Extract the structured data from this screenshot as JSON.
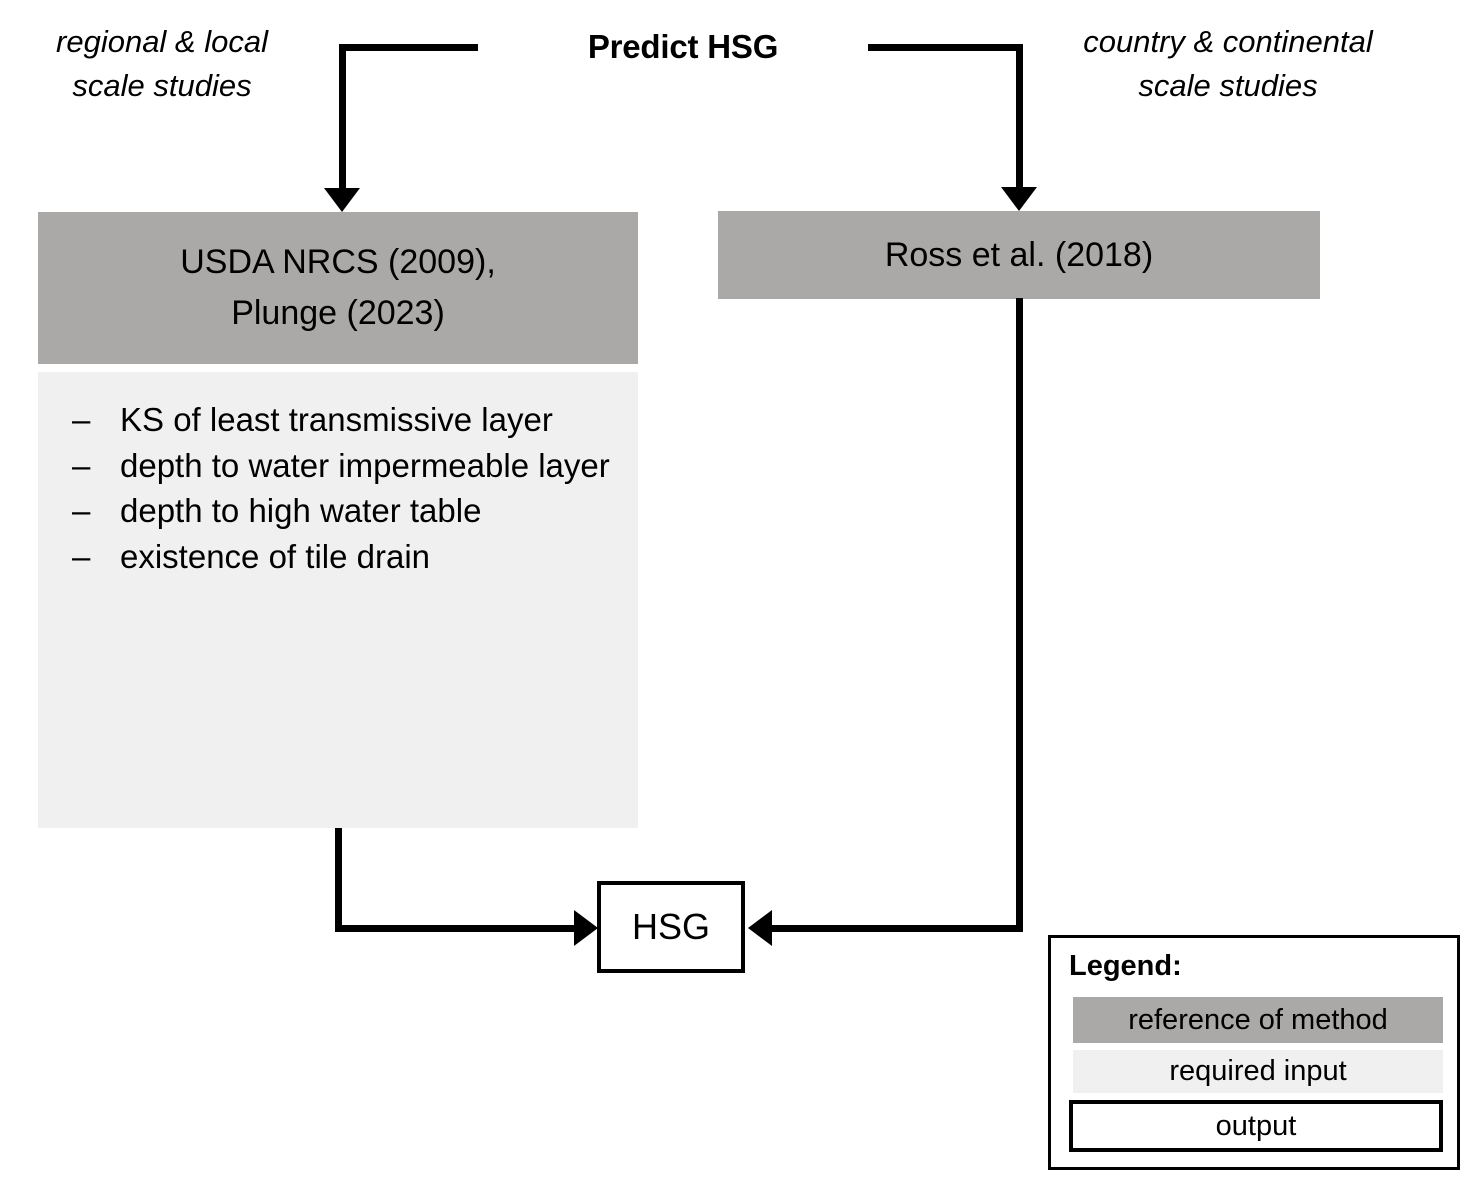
{
  "title": "Predict HSG",
  "captions": {
    "left": "regional & local\nscale studies",
    "right": "country & continental\nscale studies"
  },
  "methods": [
    {
      "id": "nrcs",
      "header": "USDA NRCS (2009),\nPlunge (2023)",
      "inputs": [
        "KS of least transmissive layer",
        "depth to water impermeable layer",
        "depth to high water table",
        "existence of tile drain"
      ],
      "bullet_marker": "–"
    },
    {
      "id": "ross",
      "header": "Ross et al. (2018)",
      "inputs": [],
      "bullet_marker": "–"
    }
  ],
  "output": {
    "label": "HSG"
  },
  "legend": {
    "title": "Legend:",
    "items": [
      {
        "label": "reference of method",
        "color": "#ABA9A7"
      },
      {
        "label": "required input",
        "color": "#F0F0F0"
      },
      {
        "label": "output",
        "color": "#FFFFFF"
      }
    ]
  },
  "colors": {
    "method_gray": "#ABA9A7",
    "input_gray": "#F0F0F0",
    "line": "#000000",
    "background": "#FFFFFF"
  }
}
